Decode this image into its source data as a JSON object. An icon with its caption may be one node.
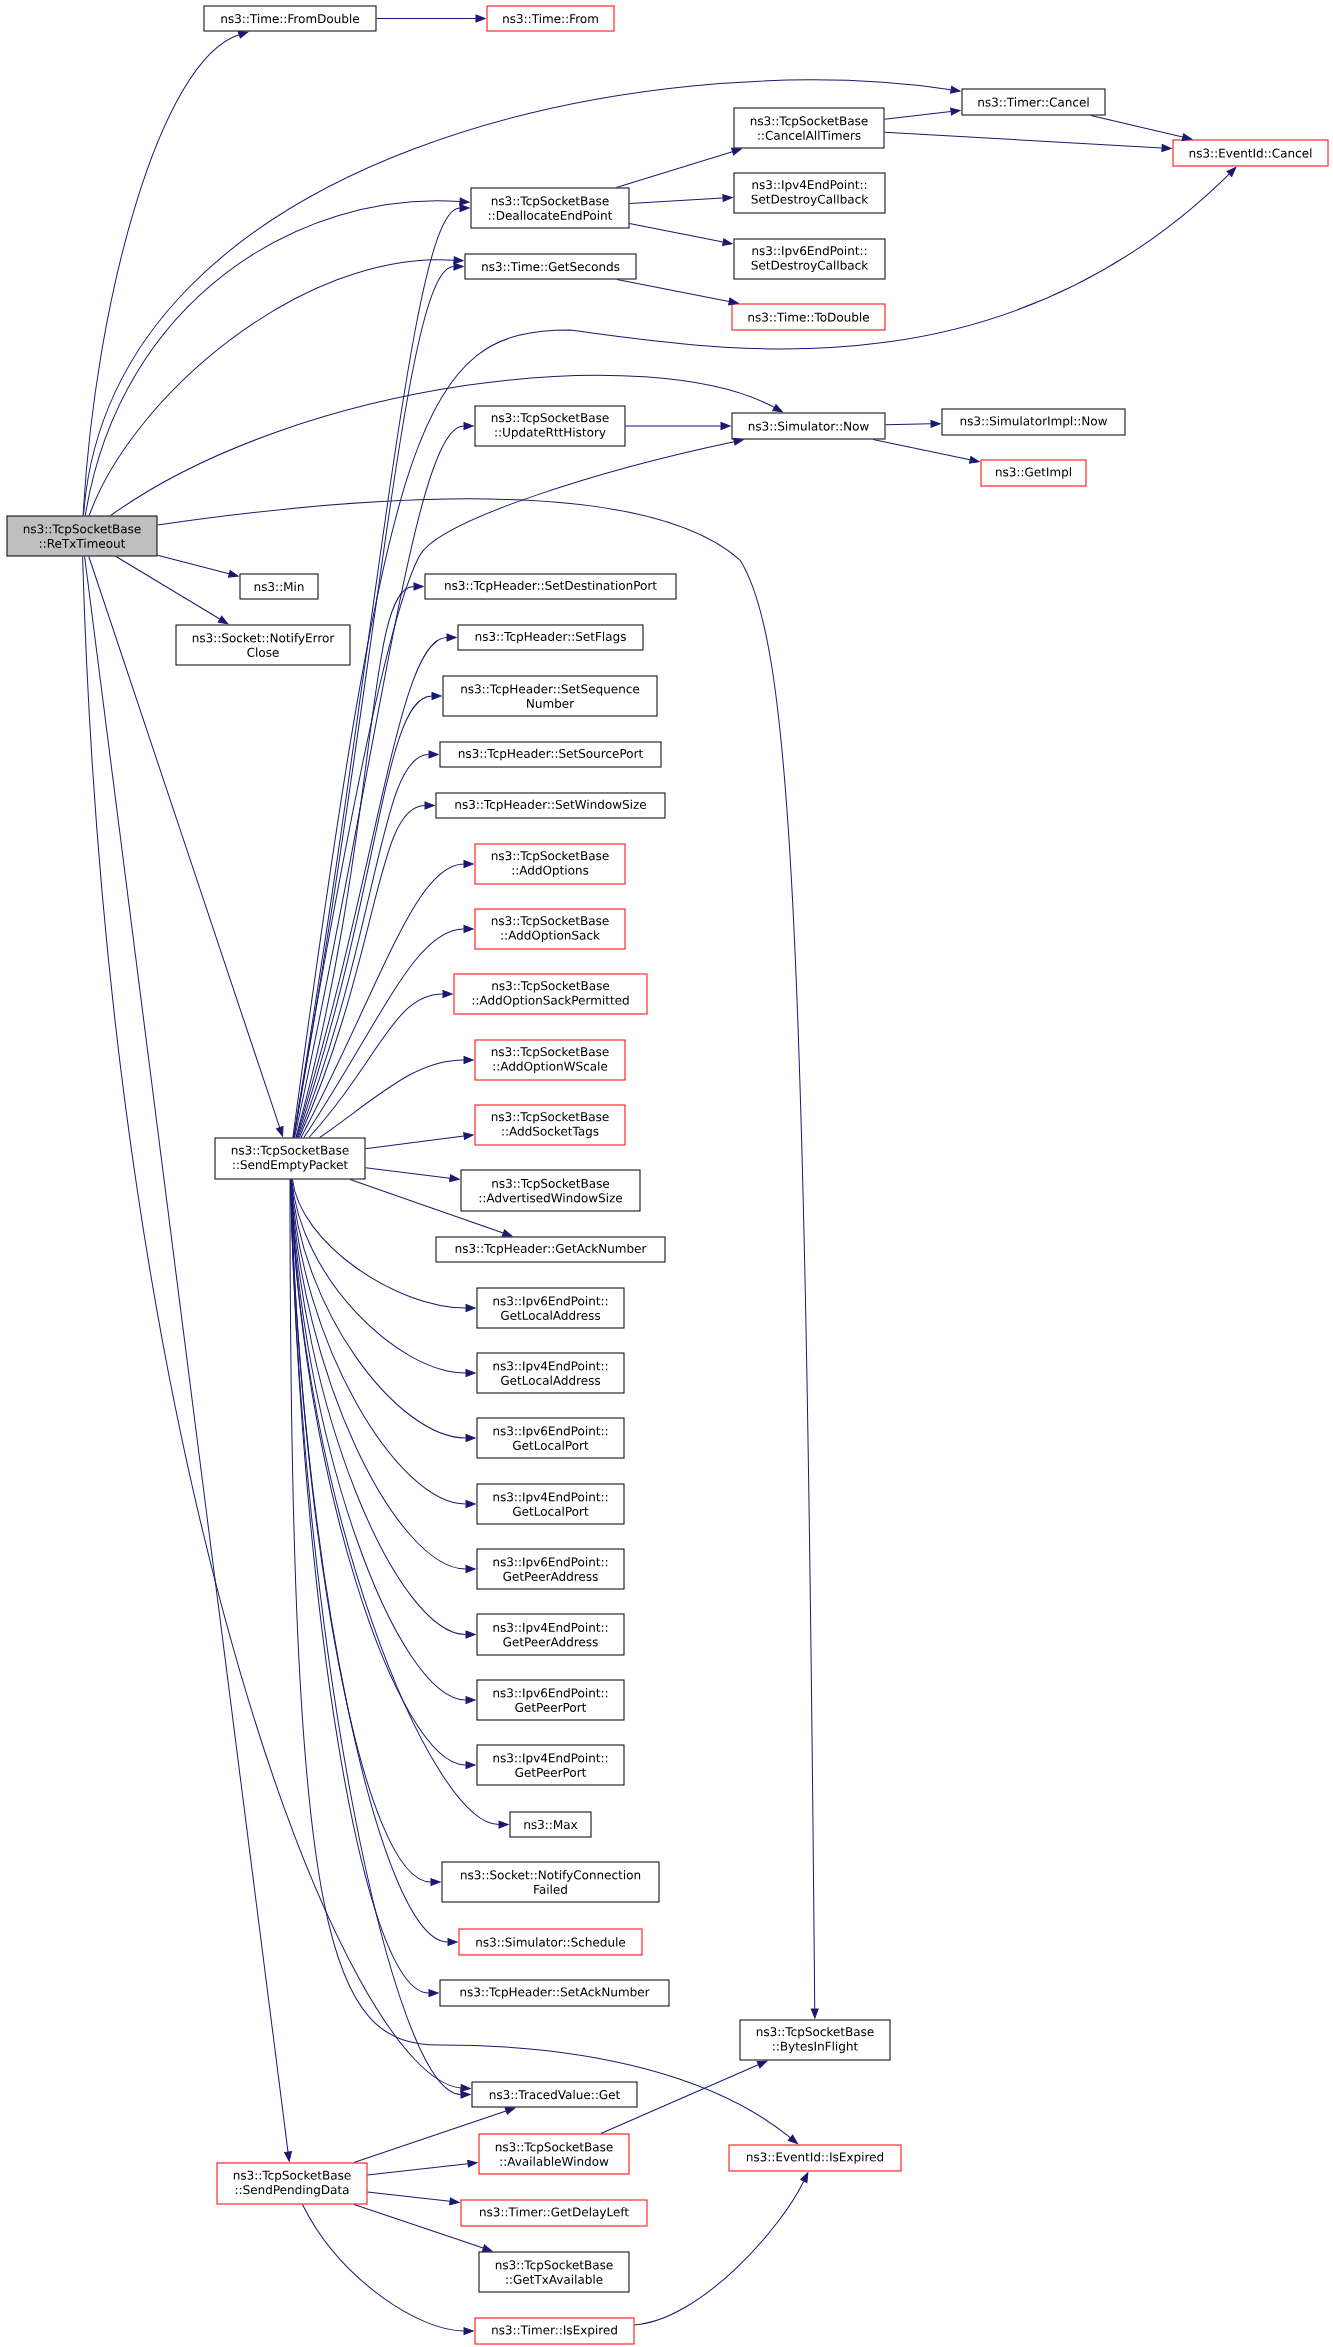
{
  "diagram": {
    "nodes": [
      {
        "text": [
          "ns3::TcpSocketBase ::ReTxTimeout"
        ]
      },
      {
        "text": [
          "ns3::Time::FromDouble"
        ]
      },
      {
        "text": [
          "ns3::Time::From"
        ]
      },
      {
        "text": [
          "ns3::Timer::Cancel"
        ]
      },
      {
        "text": [
          "ns3::EventId::Cancel"
        ]
      },
      {
        "text": [
          "ns3::TcpSocketBase ::DeallocateEndPoint"
        ]
      },
      {
        "text": [
          "ns3::TcpSocketBase ::CancelAllTimers"
        ]
      },
      {
        "text": [
          "ns3::Ipv4EndPoint:: SetDestroyCallback"
        ]
      },
      {
        "text": [
          "ns3::Ipv6EndPoint:: SetDestroyCallback"
        ]
      },
      {
        "text": [
          "ns3::Time::GetSeconds"
        ]
      },
      {
        "text": [
          "ns3::Time::ToDouble"
        ]
      },
      {
        "text": [
          "ns3::TcpSocketBase ::UpdateRttHistory"
        ]
      },
      {
        "text": [
          "ns3::Simulator::Now"
        ]
      },
      {
        "text": [
          "ns3::SimulatorImpl::Now"
        ]
      },
      {
        "text": [
          "ns3::GetImpl"
        ]
      },
      {
        "text": [
          "ns3::Min"
        ]
      },
      {
        "text": [
          "ns3::Socket::NotifyError Close"
        ]
      },
      {
        "text": [
          "ns3::TcpHeader::SetDestinationPort"
        ]
      },
      {
        "text": [
          "ns3::TcpHeader::SetFlags"
        ]
      },
      {
        "text": [
          "ns3::TcpHeader::SetSequence Number"
        ]
      },
      {
        "text": [
          "ns3::TcpHeader::SetSourcePort"
        ]
      },
      {
        "text": [
          "ns3::TcpHeader::SetWindowSize"
        ]
      },
      {
        "text": [
          "ns3::TcpSocketBase ::AddOptions"
        ]
      },
      {
        "text": [
          "ns3::TcpSocketBase ::AddOptionSack"
        ]
      },
      {
        "text": [
          "ns3::TcpSocketBase ::AddOptionSackPermitted"
        ]
      },
      {
        "text": [
          "ns3::TcpSocketBase ::AddOptionWScale"
        ]
      },
      {
        "text": [
          "ns3::TcpSocketBase ::AddSocketTags"
        ]
      },
      {
        "text": [
          "ns3::TcpSocketBase ::SendEmptyPacket"
        ]
      },
      {
        "text": [
          "ns3::TcpSocketBase ::AdvertisedWindowSize"
        ]
      },
      {
        "text": [
          "ns3::TcpHeader::GetAckNumber"
        ]
      },
      {
        "text": [
          "ns3::Ipv6EndPoint:: GetLocalAddress"
        ]
      },
      {
        "text": [
          "ns3::Ipv4EndPoint:: GetLocalAddress"
        ]
      },
      {
        "text": [
          "ns3::Ipv6EndPoint:: GetLocalPort"
        ]
      },
      {
        "text": [
          "ns3::Ipv4EndPoint:: GetLocalPort"
        ]
      },
      {
        "text": [
          "ns3::Ipv6EndPoint:: GetPeerAddress"
        ]
      },
      {
        "text": [
          "ns3::Ipv4EndPoint:: GetPeerAddress"
        ]
      },
      {
        "text": [
          "ns3::Ipv6EndPoint:: GetPeerPort"
        ]
      },
      {
        "text": [
          "ns3::Ipv4EndPoint:: GetPeerPort"
        ]
      },
      {
        "text": [
          "ns3::Max"
        ]
      },
      {
        "text": [
          "ns3::Socket::NotifyConnection Failed"
        ]
      },
      {
        "text": [
          "ns3::Simulator::Schedule"
        ]
      },
      {
        "text": [
          "ns3::TcpHeader::SetAckNumber"
        ]
      },
      {
        "text": [
          "ns3::TcpSocketBase ::BytesInFlight"
        ]
      },
      {
        "text": [
          "ns3::TracedValue::Get"
        ]
      },
      {
        "text": [
          "ns3::EventId::IsExpired"
        ]
      },
      {
        "text": [
          "ns3::TcpSocketBase ::AvailableWindow"
        ]
      },
      {
        "text": [
          "ns3::TcpSocketBase ::SendPendingData"
        ]
      },
      {
        "text": [
          "ns3::Timer::GetDelayLeft"
        ]
      },
      {
        "text": [
          "ns3::TcpSocketBase ::GetTxAvailable"
        ]
      },
      {
        "text": [
          "ns3::Timer::IsExpired"
        ]
      }
    ],
    "edges": [
      {
        "from": 0,
        "to": 1,
        "arrow": "to"
      },
      {
        "from": 0,
        "to": 3,
        "arrow": "to"
      },
      {
        "from": 0,
        "to": 5,
        "arrow": "to"
      },
      {
        "from": 0,
        "to": 9,
        "arrow": "to"
      },
      {
        "from": 0,
        "to": 12,
        "arrow": "to"
      },
      {
        "from": 0,
        "to": 42,
        "arrow": "to"
      },
      {
        "from": 0,
        "to": 15,
        "arrow": "to"
      },
      {
        "from": 0,
        "to": 16,
        "arrow": "to"
      },
      {
        "from": 0,
        "to": 27,
        "arrow": "to"
      },
      {
        "from": 0,
        "to": 43,
        "arrow": "to"
      },
      {
        "from": 0,
        "to": 46,
        "arrow": "to"
      },
      {
        "from": 1,
        "to": 2,
        "arrow": "to"
      },
      {
        "from": 5,
        "to": 6,
        "arrow": "to"
      },
      {
        "from": 5,
        "to": 7,
        "arrow": "to"
      },
      {
        "from": 5,
        "to": 8,
        "arrow": "to"
      },
      {
        "from": 6,
        "to": 3,
        "arrow": "to"
      },
      {
        "from": 6,
        "to": 4,
        "arrow": "to"
      },
      {
        "from": 3,
        "to": 4,
        "arrow": "to"
      },
      {
        "from": 9,
        "to": 10,
        "arrow": "to"
      },
      {
        "from": 11,
        "to": 12,
        "arrow": "to"
      },
      {
        "from": 12,
        "to": 13,
        "arrow": "to"
      },
      {
        "from": 12,
        "to": 14,
        "arrow": "to"
      },
      {
        "from": 27,
        "to": 5,
        "arrow": "to"
      },
      {
        "from": 27,
        "to": 9,
        "arrow": "to"
      },
      {
        "from": 27,
        "to": 4,
        "arrow": "to"
      },
      {
        "from": 27,
        "to": 11,
        "arrow": "to"
      },
      {
        "from": 27,
        "to": 12,
        "arrow": "to"
      },
      {
        "from": 27,
        "to": 17,
        "arrow": "to"
      },
      {
        "from": 27,
        "to": 18,
        "arrow": "to"
      },
      {
        "from": 27,
        "to": 19,
        "arrow": "to"
      },
      {
        "from": 27,
        "to": 20,
        "arrow": "to"
      },
      {
        "from": 27,
        "to": 21,
        "arrow": "to"
      },
      {
        "from": 27,
        "to": 22,
        "arrow": "to"
      },
      {
        "from": 27,
        "to": 23,
        "arrow": "to"
      },
      {
        "from": 27,
        "to": 24,
        "arrow": "to"
      },
      {
        "from": 27,
        "to": 25,
        "arrow": "to"
      },
      {
        "from": 27,
        "to": 26,
        "arrow": "to"
      },
      {
        "from": 27,
        "to": 28,
        "arrow": "to"
      },
      {
        "from": 27,
        "to": 29,
        "arrow": "to"
      },
      {
        "from": 27,
        "to": 30,
        "arrow": "to"
      },
      {
        "from": 27,
        "to": 31,
        "arrow": "to"
      },
      {
        "from": 27,
        "to": 32,
        "arrow": "to"
      },
      {
        "from": 27,
        "to": 33,
        "arrow": "to"
      },
      {
        "from": 27,
        "to": 34,
        "arrow": "to"
      },
      {
        "from": 27,
        "to": 35,
        "arrow": "to"
      },
      {
        "from": 27,
        "to": 36,
        "arrow": "to"
      },
      {
        "from": 27,
        "to": 37,
        "arrow": "to"
      },
      {
        "from": 27,
        "to": 38,
        "arrow": "to"
      },
      {
        "from": 27,
        "to": 39,
        "arrow": "to"
      },
      {
        "from": 27,
        "to": 40,
        "arrow": "to"
      },
      {
        "from": 27,
        "to": 41,
        "arrow": "to"
      },
      {
        "from": 27,
        "to": 43,
        "arrow": "to"
      },
      {
        "from": 27,
        "to": 44,
        "arrow": "to"
      },
      {
        "from": 46,
        "to": 43,
        "arrow": "to"
      },
      {
        "from": 46,
        "to": 45,
        "arrow": "to"
      },
      {
        "from": 46,
        "to": 47,
        "arrow": "to"
      },
      {
        "from": 46,
        "to": 48,
        "arrow": "to"
      },
      {
        "from": 46,
        "to": 49,
        "arrow": "to"
      },
      {
        "from": 45,
        "to": 42,
        "arrow": "to"
      },
      {
        "from": 49,
        "to": 44,
        "arrow": "to"
      }
    ]
  }
}
